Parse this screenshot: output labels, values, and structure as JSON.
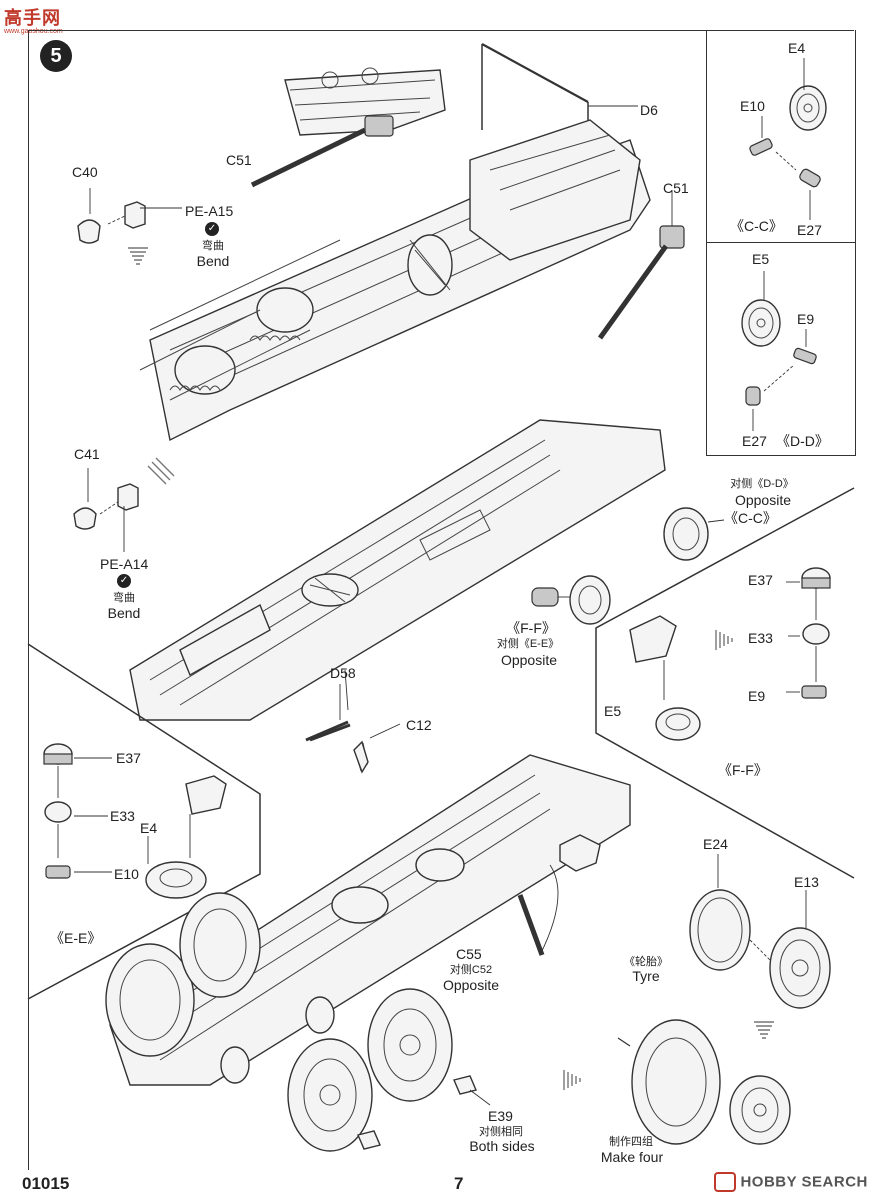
{
  "header": {
    "site_cn": "高手网",
    "site_url": "www.gaoshou.com"
  },
  "step": {
    "number": "5"
  },
  "bend_label": {
    "cn": "弯曲",
    "en": "Bend"
  },
  "opposite_cn": "对侧",
  "opposite_en": "Opposite",
  "callouts": {
    "c51_top": "C51",
    "c51_right": "C51",
    "d6": "D6",
    "c40": "C40",
    "pe_a15": "PE-A15",
    "c41": "C41",
    "pe_a14": "PE-A14",
    "d58": "D58",
    "c12": "C12",
    "c55": "C55",
    "c55_sub_cn": "对侧C52",
    "e39": "E39",
    "e39_sub_cn": "对侧相同",
    "e39_sub_en": "Both sides",
    "e24": "E24",
    "e13": "E13",
    "tyre_cn": "《轮胎》",
    "tyre_en": "Tyre",
    "make_four_cn": "制作四组",
    "make_four_en": "Make four"
  },
  "inset_cc": {
    "e4": "E4",
    "e10": "E10",
    "title": "《C-C》",
    "e27": "E27"
  },
  "inset_dd": {
    "e5": "E5",
    "e9": "E9",
    "e27": "E27",
    "title": "《D-D》"
  },
  "wheel_dd_cc": {
    "cn": "对侧《D-D》",
    "en": "Opposite",
    "cc": "《C-C》"
  },
  "wheel_ff": {
    "title": "《F-F》",
    "sub_cn": "对侧《E-E》",
    "sub_en": "Opposite"
  },
  "inset_ff": {
    "e37": "E37",
    "e33": "E33",
    "e9": "E9",
    "e5": "E5",
    "title": "《F-F》"
  },
  "inset_ee": {
    "e37": "E37",
    "e33": "E33",
    "e4": "E4",
    "e10": "E10",
    "title": "《E-E》"
  },
  "footer": {
    "code": "01015",
    "page": "7",
    "watermark": "HOBBY SEARCH"
  }
}
